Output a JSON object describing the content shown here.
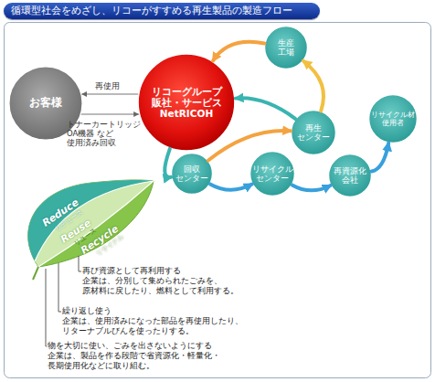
{
  "diagram": {
    "title": "循環型社会をめざし、リコーがすすめる再生製品の製造フロー",
    "nodes": [
      {
        "text": [
          "お客様"
        ]
      },
      {
        "text": [
          "リコーグループ 販社・サービス NetRICOH"
        ]
      },
      {
        "text": [
          "生産 工場"
        ]
      },
      {
        "text": [
          "再生 センター"
        ]
      },
      {
        "text": [
          "回収 センター"
        ]
      },
      {
        "text": [
          "リサイクル センター"
        ]
      },
      {
        "text": [
          "再資源化 会社"
        ]
      },
      {
        "text": [
          "リサイクル材 使用者"
        ]
      }
    ],
    "edges": [
      {
        "from": 1,
        "to": 0,
        "label": "再使用",
        "arrow": "to"
      },
      {
        "from": 0,
        "to": 1,
        "label": "トナーカートリッジ OA機器 など 使用済み回収",
        "arrow": "to"
      },
      {
        "from": 1,
        "to": 4,
        "arrow": "to"
      },
      {
        "from": 4,
        "to": 3,
        "arrow": "to"
      },
      {
        "from": 3,
        "to": 1,
        "arrow": "to"
      },
      {
        "from": 3,
        "to": 2,
        "arrow": "to"
      },
      {
        "from": 2,
        "to": 1,
        "arrow": "to"
      },
      {
        "from": 4,
        "to": 5,
        "arrow": "to"
      },
      {
        "from": 5,
        "to": 6,
        "arrow": "to"
      },
      {
        "from": 6,
        "to": 7,
        "arrow": "to"
      }
    ],
    "labels": [
      "Reduce",
      "リデュース",
      "Reuse",
      "リユース",
      "Recycle",
      "リサイクル",
      "再び資源として再利用する",
      "企業は、分別して集められたごみを、 原材料に戻したり、燃料として利用する。",
      "繰り返し使う",
      "企業は、使用済みになった部品を再使用したり、 リターナブルびんを使ったりする。",
      "物を大切に使い、ごみを出さないようにする",
      "企業は、製品を作る段階で省資源化・軽量化・ 長期使用化などに取り組む。"
    ]
  }
}
